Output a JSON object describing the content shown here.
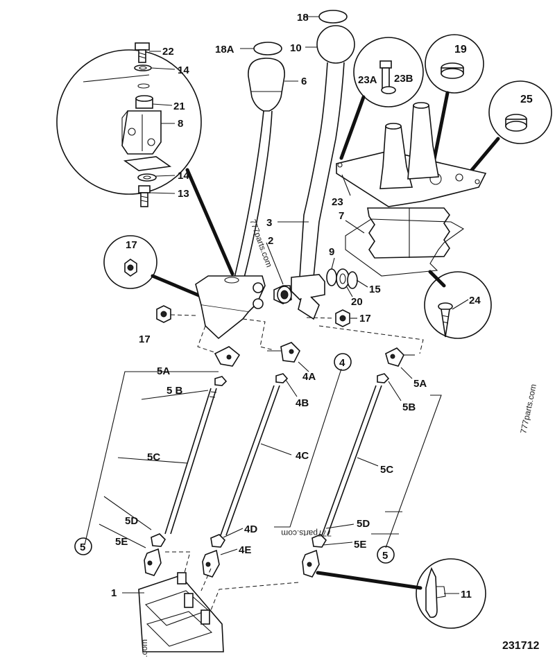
{
  "figure_id": "231712",
  "watermarks": [
    "777parts.com",
    "777parts.com",
    "777parts.com",
    ".com"
  ],
  "callouts": {
    "c1": "1",
    "c2": "2",
    "c3": "3",
    "c4": "4",
    "c4A": "4A",
    "c4B": "4B",
    "c4C": "4C",
    "c4D": "4D",
    "c4E": "4E",
    "c5_left": "5",
    "c5_right": "5",
    "c5A_left": "5A",
    "c5B_left": "5 B",
    "c5C_left": "5C",
    "c5D_left": "5D",
    "c5E_left": "5E",
    "c5A_right": "5A",
    "c5B_right": "5B",
    "c5C_right": "5C",
    "c5D_right": "5D",
    "c5E_right": "5E",
    "c6": "6",
    "c7": "7",
    "c8": "8",
    "c9": "9",
    "c10": "10",
    "c11": "11",
    "c13": "13",
    "c14a": "14",
    "c14b": "14",
    "c15": "15",
    "c17a": "17",
    "c17b": "17",
    "c17c": "17",
    "c18": "18",
    "c18A": "18A",
    "c19": "19",
    "c20": "20",
    "c21": "21",
    "c22": "22",
    "c23": "23",
    "c23A": "23A",
    "c23B": "23B",
    "c24": "24",
    "c25": "25"
  }
}
